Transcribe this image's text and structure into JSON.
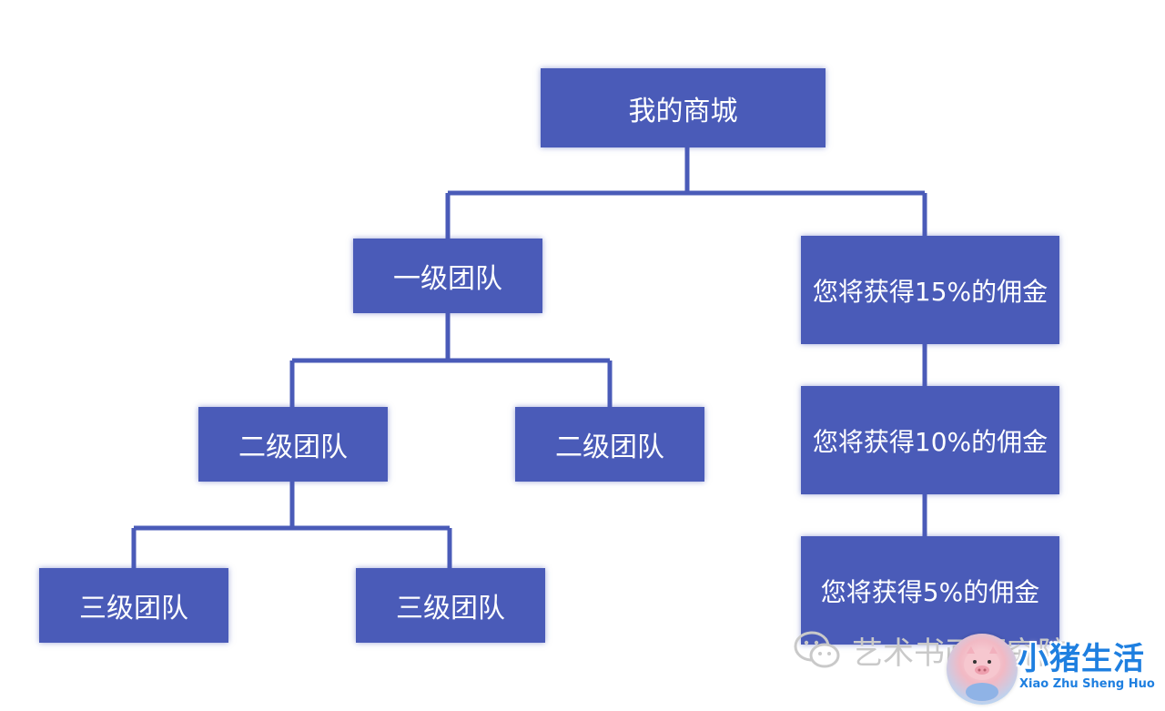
{
  "diagram": {
    "root": "我的商城",
    "level1_team": "一级团队",
    "level2_team_a": "二级团队",
    "level2_team_b": "二级团队",
    "level3_team_a": "三级团队",
    "level3_team_b": "三级团队",
    "commission_1": "您将获得15%的佣金",
    "commission_2": "您将获得10%的佣金",
    "commission_3": "您将获得5%的佣金"
  },
  "watermark": {
    "text": "艺术书画研究院",
    "icon": "wechat-icon"
  },
  "brand": {
    "title": "小猪生活",
    "subtitle": "Xiao Zhu Sheng Huo",
    "icon": "pig-avatar"
  },
  "colors": {
    "box": "#4a5bb8",
    "line": "#4a5bb8",
    "box_text": "#ffffff",
    "watermark": "#c9c9c9",
    "brand": "#1e7fe0"
  }
}
